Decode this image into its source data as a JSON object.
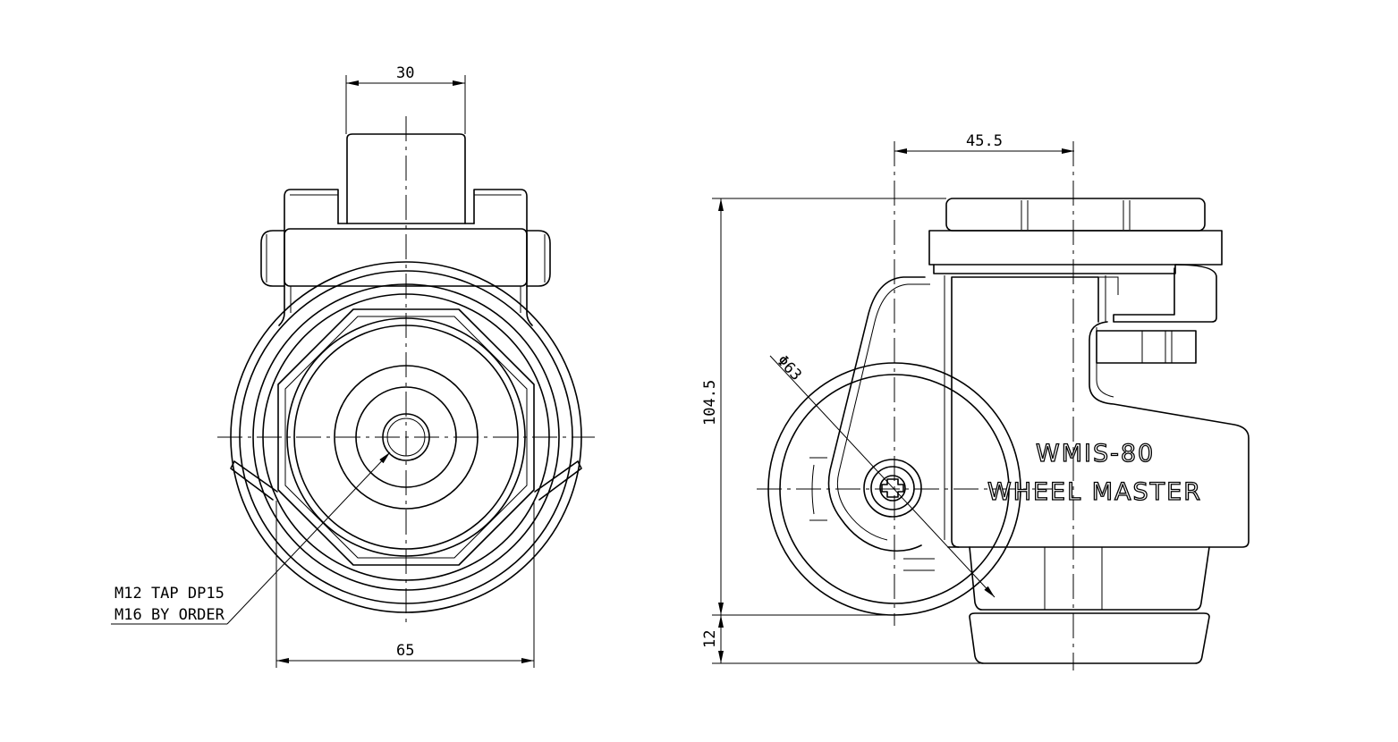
{
  "dimensions": {
    "front_width_top": "30",
    "front_width_bottom": "65",
    "tap_note_line1": "M12 TAP DP15",
    "tap_note_line2": "M16 BY ORDER",
    "side_offset": "45.5",
    "side_height": "104.5",
    "side_foot": "12",
    "wheel_diameter": "Φ63"
  },
  "marking": {
    "line1": "WMIS-80",
    "line2": "WHEEL MASTER"
  }
}
